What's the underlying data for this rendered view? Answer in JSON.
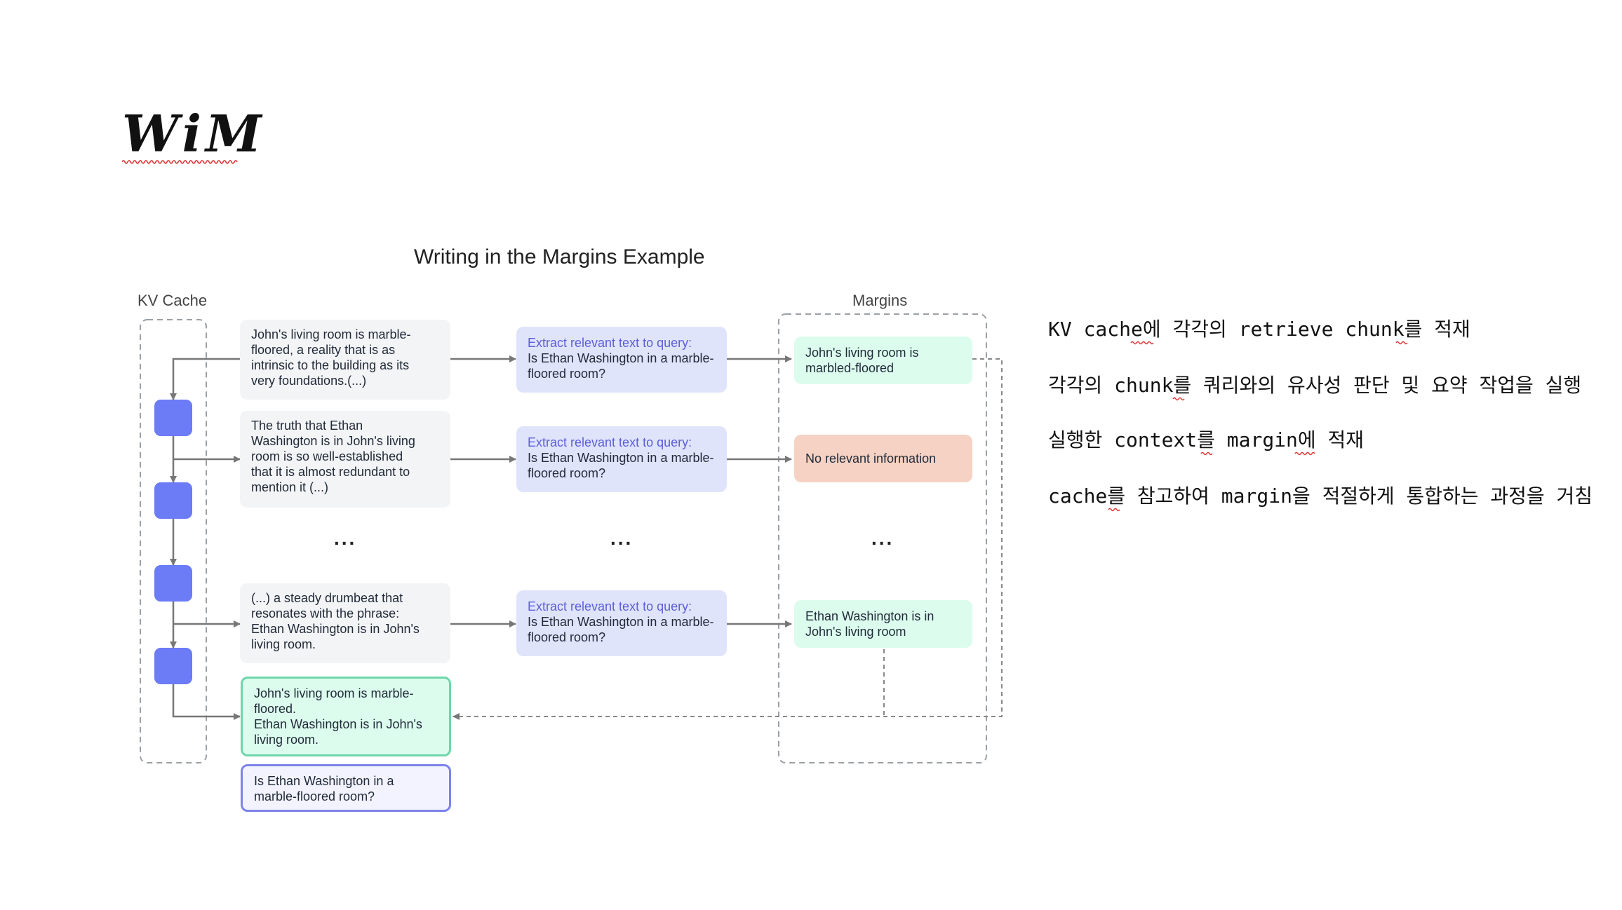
{
  "heading": "WiM",
  "diagram": {
    "title": "Writing in the Margins Example",
    "kv_label": "KV Cache",
    "margins_label": "Margins",
    "chunks": [
      "John's living room is marble-\nfloored, a reality that is as\nintrinsic to the building as its\nvery foundations.(...)",
      "The truth that Ethan\nWashington is in John's living\nroom is so well-established\nthat it is almost redundant to\nmention it (...)",
      "(...) a steady drumbeat that\nresonates with the phrase:\nEthan Washington is in John's\nliving room."
    ],
    "extract": {
      "prompt": "Extract relevant text to query:",
      "query": "Is Ethan Washington in a marble-floored room?"
    },
    "margins": [
      "John's living room is marbled-floored",
      "No relevant information",
      "Ethan Washington is in John's living room"
    ],
    "ellipsis": "...",
    "combined": "John's living room is marble-\nfloored.\nEthan Washington is in John's\nliving room.",
    "final_query": "Is Ethan Washington in a\nmarble-floored room?"
  },
  "notes": [
    "KV cache에 각각의 retrieve chunk를 적재",
    "각각의 chunk를 쿼리와의 유사성 판단 및 요약 작업을 실행",
    "실행한 context를 margin에 적재",
    "cache를 참고하여 margin을 적절하게 통합하는 과정을 거침"
  ],
  "colors": {
    "kv_block": "#6b7cf6",
    "extract_bg": "#e0e4fb",
    "extract_prompt": "#5b5fd6",
    "margin_green": "#dcfcee",
    "margin_orange": "#f6d2c4",
    "combined_border": "#6fd6aa",
    "query_border": "#7c83ea"
  }
}
